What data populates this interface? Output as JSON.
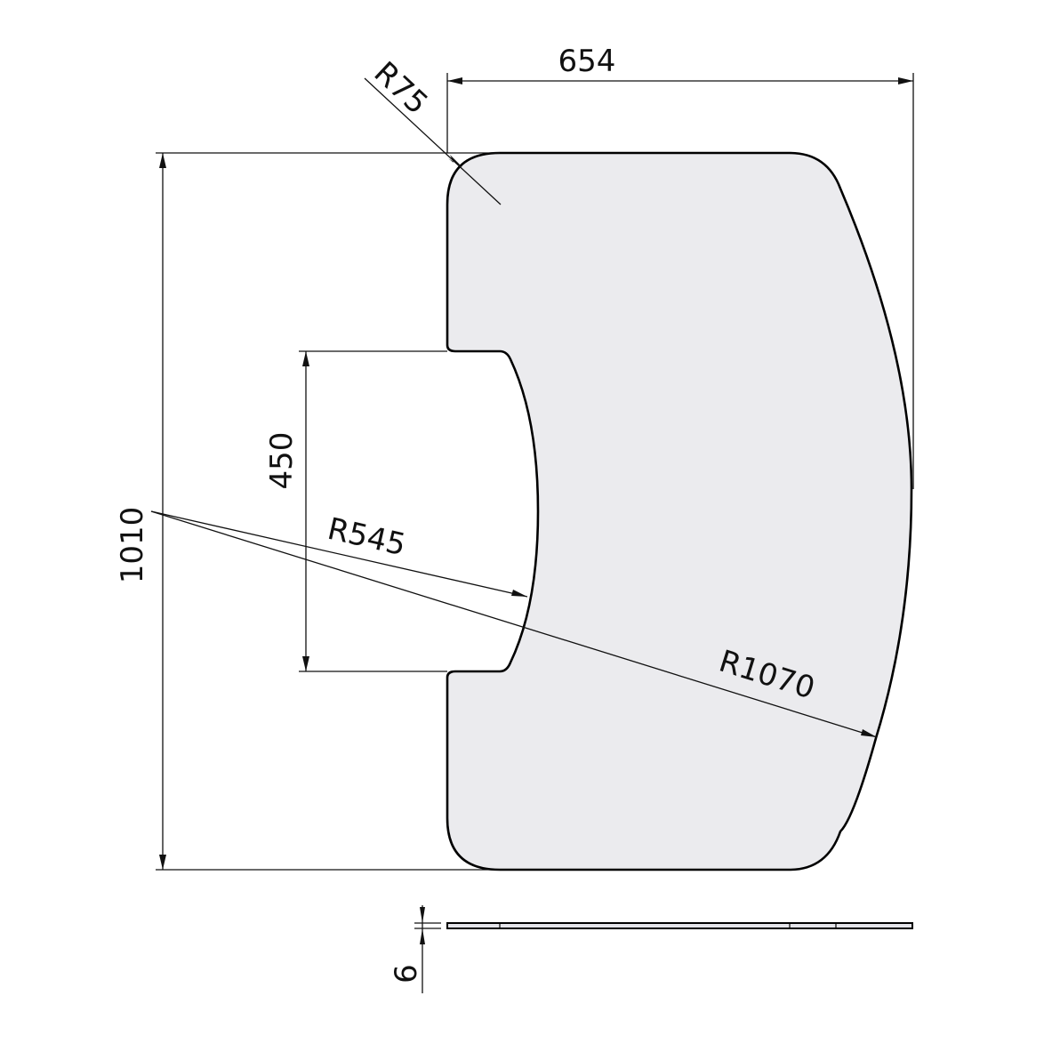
{
  "drawing": {
    "title": "Curved plate technical drawing",
    "colors": {
      "fill": "#ebebee",
      "stroke": "#000000",
      "background": "#ffffff"
    },
    "dimensions": {
      "width": "654",
      "height": "1010",
      "cutout_height": "450",
      "corner_radius": "R75",
      "inner_radius": "R545",
      "outer_radius": "R1070",
      "thickness": "6"
    },
    "views": [
      "top-view",
      "side-view"
    ]
  }
}
